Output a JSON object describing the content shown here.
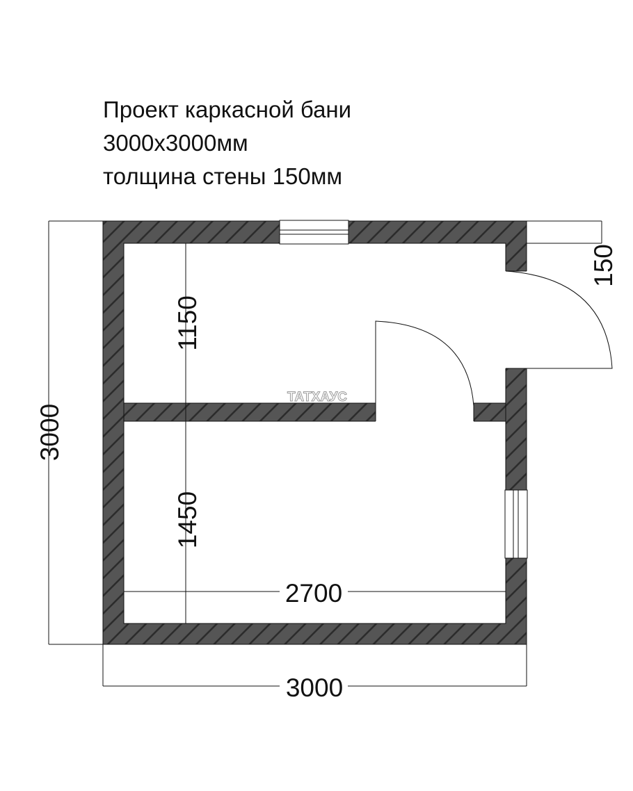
{
  "title": {
    "line1": "Проект каркасной бани",
    "line2": "3000x3000мм",
    "line3": "толщина стены 150мм"
  },
  "dimensions": {
    "total_height": "3000",
    "total_width": "3000",
    "inner_width": "2700",
    "room_top_height": "1150",
    "room_bottom_height": "1450",
    "wall_thickness": "150"
  },
  "watermark": "ТАТХАУС",
  "colors": {
    "wall": "#555555",
    "hatch": "#2a2a2a",
    "line": "#111111",
    "background": "#ffffff"
  }
}
